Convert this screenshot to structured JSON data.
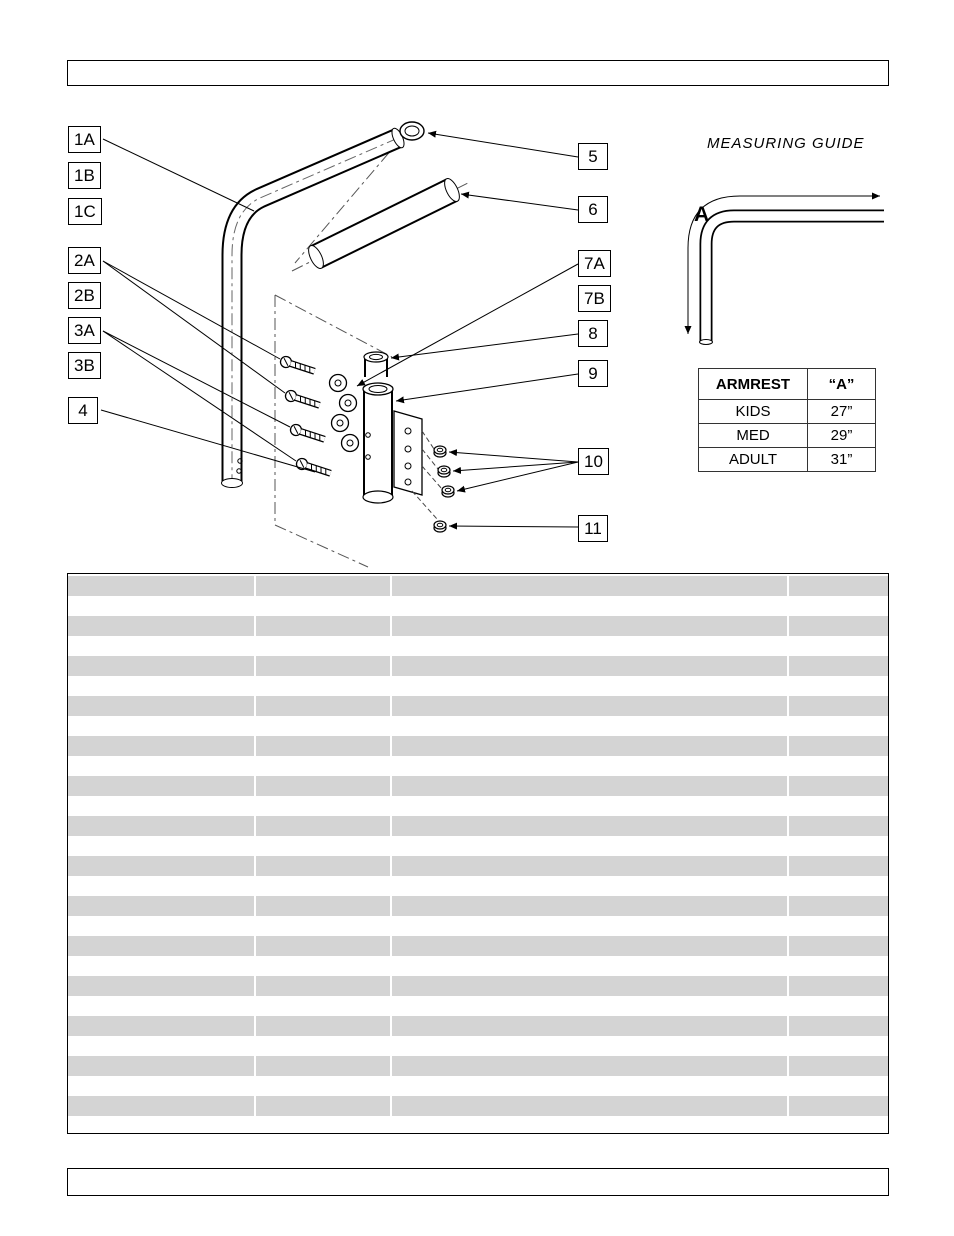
{
  "header": {
    "text": ""
  },
  "footer": {
    "text": ""
  },
  "diagram": {
    "callouts": {
      "left": [
        "1A",
        "1B",
        "1C",
        "2A",
        "2B",
        "3A",
        "3B",
        "4"
      ],
      "right": [
        "5",
        "6",
        "7A",
        "7B",
        "8",
        "9",
        "10",
        "11"
      ]
    }
  },
  "measuring_guide": {
    "title": "MEASURING GUIDE",
    "dimension_label": "A",
    "table": {
      "col_headers": [
        "ARMREST",
        "“A”"
      ],
      "rows": [
        {
          "size": "KIDS",
          "value": "27”"
        },
        {
          "size": "MED",
          "value": "29”"
        },
        {
          "size": "ADULT",
          "value": "31”"
        }
      ]
    }
  },
  "parts_table": {
    "row_count": 28,
    "cell_text": "",
    "stripe_color": "#d4d4d4",
    "column_count": 4
  }
}
